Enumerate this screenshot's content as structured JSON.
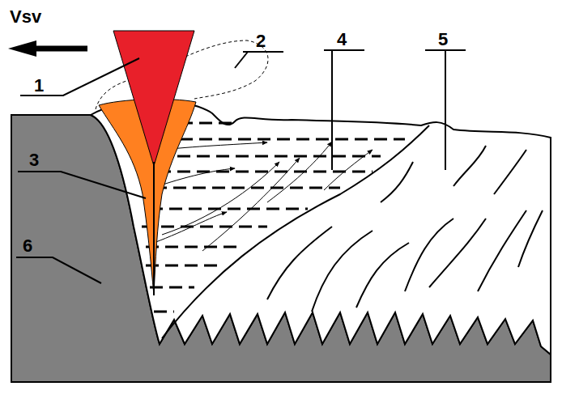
{
  "diagram": {
    "labels": [
      "Vsv",
      "1",
      "2",
      "3",
      "4",
      "5",
      "6"
    ]
  }
}
